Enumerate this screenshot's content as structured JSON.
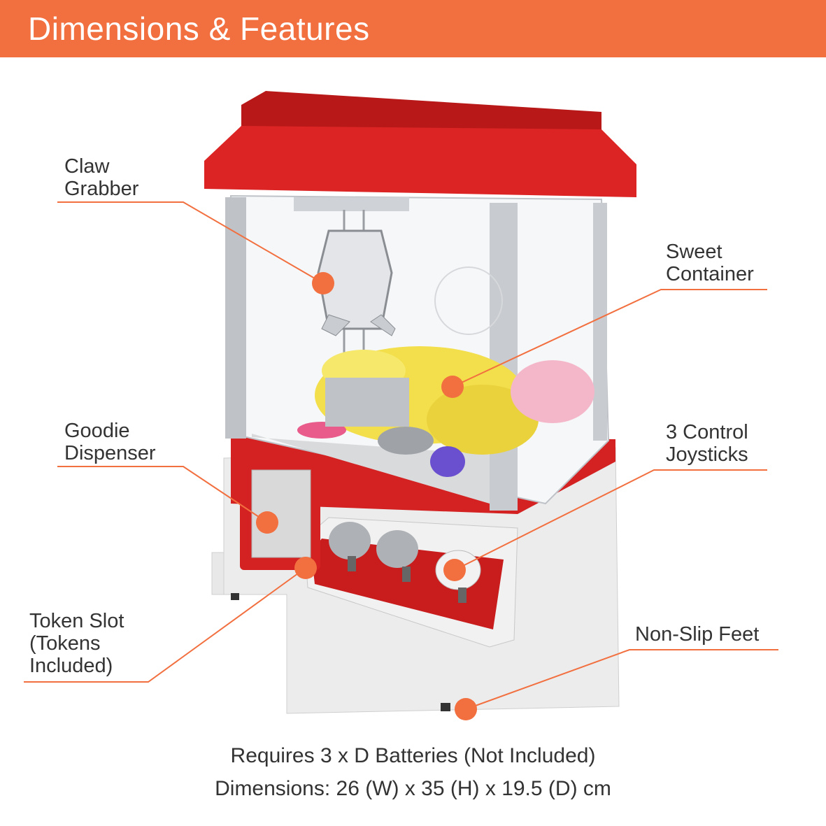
{
  "banner": {
    "title": "Dimensions & Features",
    "color": "#f26f3f"
  },
  "callouts": {
    "claw": "Claw\nGrabber",
    "sweet": "Sweet\nContainer",
    "goodie": "Goodie\nDispenser",
    "joysticks": "3 Control\nJoysticks",
    "token": "Token Slot\n(Tokens\nIncluded)",
    "feet": "Non-Slip Feet"
  },
  "accent_color": "#f26f3f",
  "footer": {
    "batteries": "Requires 3 x D Batteries (Not Included)",
    "dimensions": "Dimensions: 26 (W) x  35 (H) x 19.5 (D) cm"
  }
}
